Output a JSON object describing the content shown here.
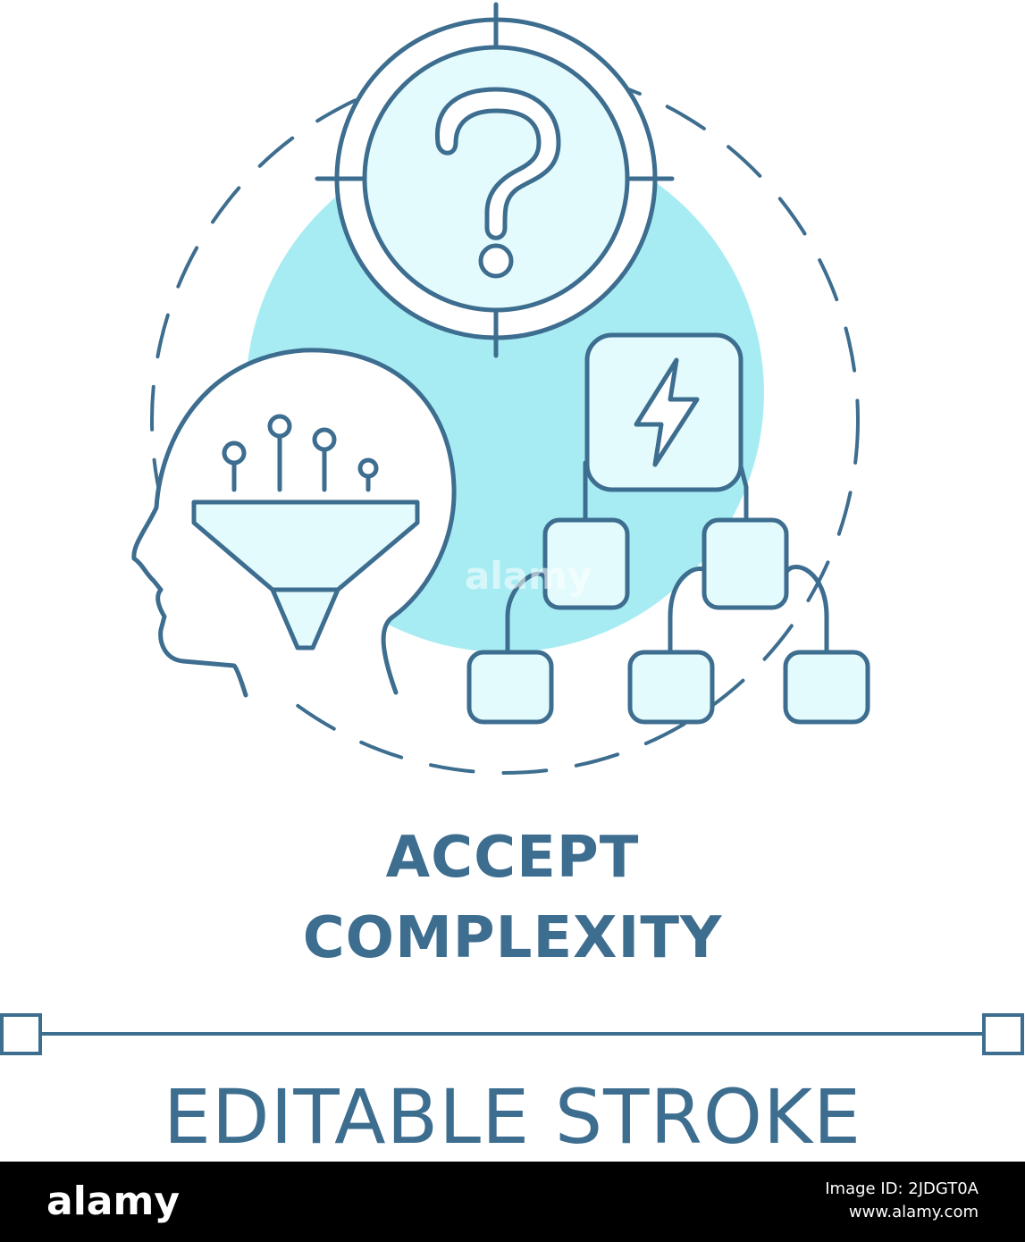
{
  "colors": {
    "stroke": "#3d6d8f",
    "light_fill": "#e3fbfd",
    "accent_fill": "#a8ecf3",
    "background": "#ffffff",
    "footer_bg": "#000000",
    "footer_text": "#ffffff"
  },
  "icons": [
    "target-question-icon",
    "head-funnel-icon",
    "flowchart-lightning-icon"
  ],
  "title": {
    "line1": "ACCEPT",
    "line2": "COMPLEXITY"
  },
  "subtitle": "EDITABLE STROKE",
  "watermark": "alamy",
  "footer": {
    "logo": "alamy",
    "image_id": "Image ID: 2JDGT0A",
    "site": "www.alamy.com"
  }
}
